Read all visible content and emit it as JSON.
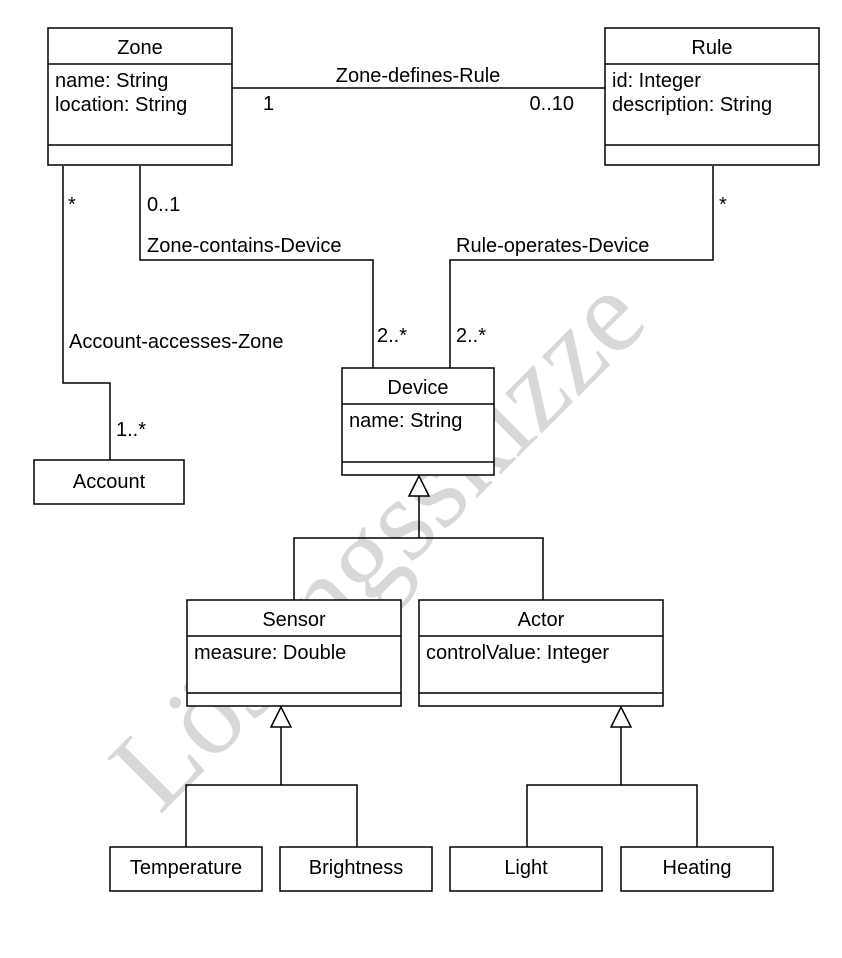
{
  "watermark": "Lösungsskizze",
  "classes": {
    "zone": {
      "name": "Zone",
      "attributes": [
        "name: String",
        "location: String"
      ]
    },
    "rule": {
      "name": "Rule",
      "attributes": [
        "id: Integer",
        "description: String"
      ]
    },
    "device": {
      "name": "Device",
      "attributes": [
        "name: String"
      ]
    },
    "account": {
      "name": "Account"
    },
    "sensor": {
      "name": "Sensor",
      "attributes": [
        "measure: Double"
      ]
    },
    "actor": {
      "name": "Actor",
      "attributes": [
        "controlValue: Integer"
      ]
    },
    "temperature": {
      "name": "Temperature"
    },
    "brightness": {
      "name": "Brightness"
    },
    "light": {
      "name": "Light"
    },
    "heating": {
      "name": "Heating"
    }
  },
  "associations": {
    "zone_rule": {
      "label": "Zone-defines-Rule",
      "mult_zone": "1",
      "mult_rule": "0..10"
    },
    "zone_device": {
      "label": "Zone-contains-Device",
      "mult_zone": "0..1",
      "mult_device": "2..*"
    },
    "rule_device": {
      "label": "Rule-operates-Device",
      "mult_rule": "*",
      "mult_device": "2..*"
    },
    "account_zone": {
      "label": "Account-accesses-Zone",
      "mult_zone": "*",
      "mult_account": "1..*"
    }
  }
}
